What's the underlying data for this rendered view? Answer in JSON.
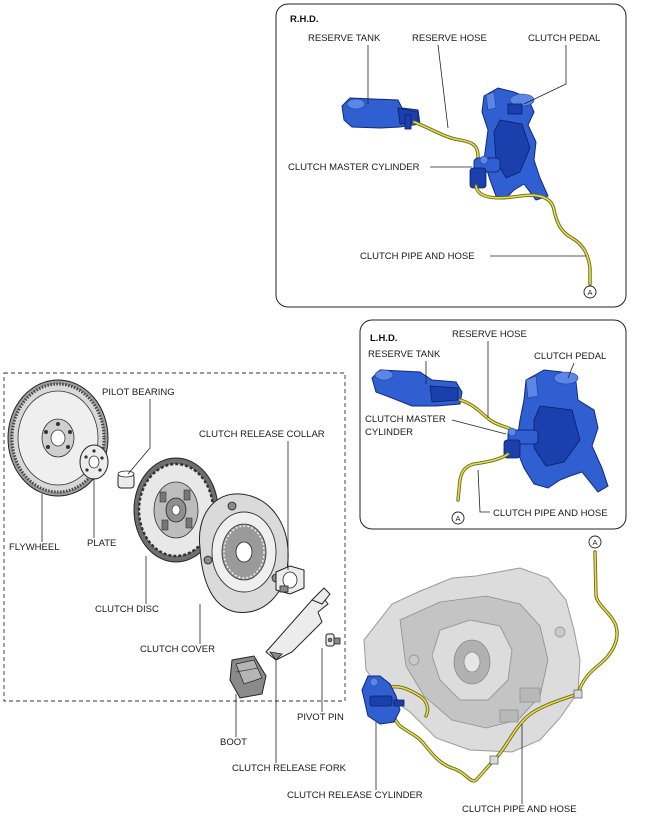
{
  "rhd": {
    "header": "R.H.D.",
    "reserve_tank": "RESERVE TANK",
    "reserve_hose": "RESERVE HOSE",
    "clutch_pedal": "CLUTCH PEDAL",
    "master_cylinder": "CLUTCH MASTER CYLINDER",
    "pipe_hose": "CLUTCH PIPE AND HOSE",
    "connector_mark": "A"
  },
  "lhd": {
    "header": "L.H.D.",
    "reserve_hose": "RESERVE HOSE",
    "reserve_tank": "RESERVE TANK",
    "clutch_pedal": "CLUTCH PEDAL",
    "master_cylinder_line1": "CLUTCH MASTER",
    "master_cylinder_line2": "CYLINDER",
    "pipe_hose": "CLUTCH PIPE AND HOSE",
    "connector_mark": "A"
  },
  "clutch_assembly": {
    "pilot_bearing": "PILOT BEARING",
    "release_collar": "CLUTCH RELEASE COLLAR",
    "flywheel": "FLYWHEEL",
    "plate": "PLATE",
    "clutch_disc": "CLUTCH DISC",
    "clutch_cover": "CLUTCH COVER",
    "pivot_pin": "PIVOT PIN",
    "boot": "BOOT",
    "release_fork": "CLUTCH RELEASE FORK"
  },
  "transmission": {
    "connector_mark": "A",
    "release_cylinder": "CLUTCH RELEASE CYLINDER",
    "pipe_hose": "CLUTCH PIPE AND HOSE"
  }
}
